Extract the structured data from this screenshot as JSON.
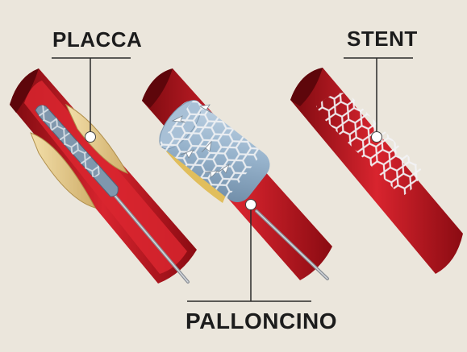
{
  "labels": {
    "plaque": "PLACCA",
    "stent": "STENT",
    "balloon": "PALLONCINO"
  },
  "colors": {
    "background": "#ebe6dc",
    "vessel_wall": "#c8141e",
    "vessel_inner": "#e0303a",
    "vessel_dark": "#8c0a12",
    "plaque": "#e8cf92",
    "balloon": "#9ab6cf",
    "stent_mesh": "#eef0f2",
    "leader_line": "#2a2a2a"
  },
  "panels": [
    {
      "name": "vessel-with-plaque",
      "callout": "plaque"
    },
    {
      "name": "vessel-with-balloon",
      "callout": "balloon"
    },
    {
      "name": "vessel-with-stent",
      "callout": "stent"
    }
  ]
}
